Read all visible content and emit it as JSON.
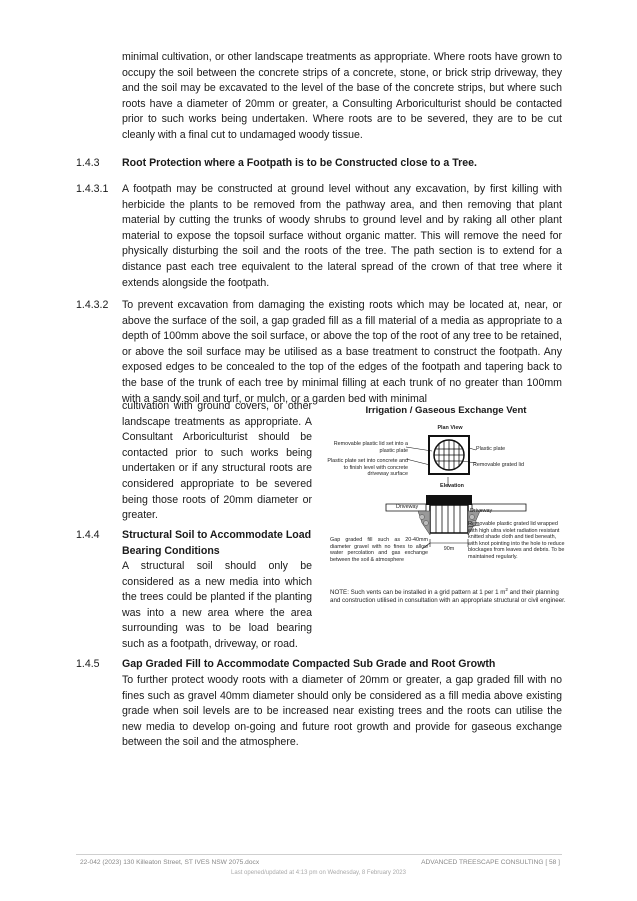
{
  "intro": {
    "text": "minimal cultivation, or other landscape treatments as appropriate. Where roots have grown to occupy the soil between the concrete strips of a concrete, stone, or brick strip driveway, they and the soil may be excavated to the level of the base of the concrete strips, but where such roots have a diameter of 20mm or greater, a Consulting Arboriculturist should be contacted prior to such works being undertaken. Where roots are to be severed, they are to be cut cleanly with a final cut to undamaged woody tissue."
  },
  "s143": {
    "number": "1.4.3",
    "title": "Root Protection where a Footpath is to be Constructed close to a Tree."
  },
  "s1431": {
    "number": "1.4.3.1",
    "text": "A footpath may be constructed at ground level without any excavation, by first killing with herbicide the plants to be removed from the pathway area, and then removing that plant material by cutting the trunks of woody shrubs to ground level and by raking all other plant material to expose the topsoil surface without organic matter. This will remove the need for physically disturbing the soil and the roots of the tree. The path section is to extend for a distance past each tree equivalent to the lateral spread of the crown of that tree where it extends alongside the footpath."
  },
  "s1432": {
    "number": "1.4.3.2",
    "text": "To prevent excavation from damaging the existing roots which may be located at, near, or above the surface of the soil, a gap graded fill as a fill material of a media as appropriate to a depth of 100mm above the soil surface, or above the top of the root of any tree to be retained, or above the soil surface may be utilised as a base treatment to construct the footpath. Any exposed edges to be concealed to the top of the edges of the footpath and tapering back to the base of the trunk of each tree by minimal filling at each trunk of no greater than 100mm with a sandy soil and turf, or mulch, or a garden bed with minimal",
    "text_cont": "cultivation with ground covers, or other landscape treatments as appropriate. A Consultant Arboriculturist should be contacted prior to such works being undertaken or if any structural roots are considered appropriate to be severed being those roots of 20mm diameter or greater."
  },
  "s144": {
    "number": "1.4.4",
    "title": "Structural Soil to Accommodate Load Bearing Conditions",
    "text": "A structural soil should only be considered as a new media into which the trees could be planted if the planting was into a new area where the area surrounding was to be load bearing such as a footpath, driveway, or road."
  },
  "s145": {
    "number": "1.4.5",
    "title": "Gap Graded Fill to Accommodate Compacted Sub Grade and Root Growth",
    "text": "To further protect woody roots with a diameter of 20mm or greater, a gap graded fill with no fines such as gravel 40mm diameter should only be considered as a fill media above existing grade when soil levels are to be increased near existing trees and the roots can utilise the new media to develop on-going and future root growth and provide for gaseous exchange between the soil and the atmosphere."
  },
  "figure": {
    "title": "Irrigation / Gaseous Exchange Vent",
    "plan_view": "Plan View",
    "elevation": "Elevation",
    "label_lid": "Removable plastic lid set into a plastic plate",
    "label_plate_concrete": "Plastic plate set into concrete and to finish level with concrete driveway surface",
    "label_plastic_plate": "Plastic plate",
    "label_grated_lid": "Removable grated lid",
    "driveway_left": "Driveway",
    "driveway_right": "Driveway",
    "label_wrapped": "Removable plastic grated lid wrapped with high ultra violet radiation resistant knitted shade cloth and tied beneath, with knot pointing into the hole to reduce blockages from leaves and debris. To be maintained regularly.",
    "label_gravel": "Gap graded fill such as 20-40mm diameter gravel with no fines to allow water percolation and gas exchange between the soil & atmosphere",
    "dimension": "90m",
    "note_prefix": "NOTE: Such vents can be installed in a grid pattern at 1 per 1 m",
    "note_sup": "2",
    "note_suffix": " and their planning and construction utilised in consultation with an appropriate structural or civil engineer."
  },
  "footer": {
    "left": "22-042 (2023) 130 Killeaton Street, ST IVES  NSW  2075.docx",
    "right": "ADVANCED TREESCAPE CONSULTING [ 58 ]",
    "sub": "Last opened/updated at 4:13 pm on Wednesday, 8 February 2023"
  }
}
